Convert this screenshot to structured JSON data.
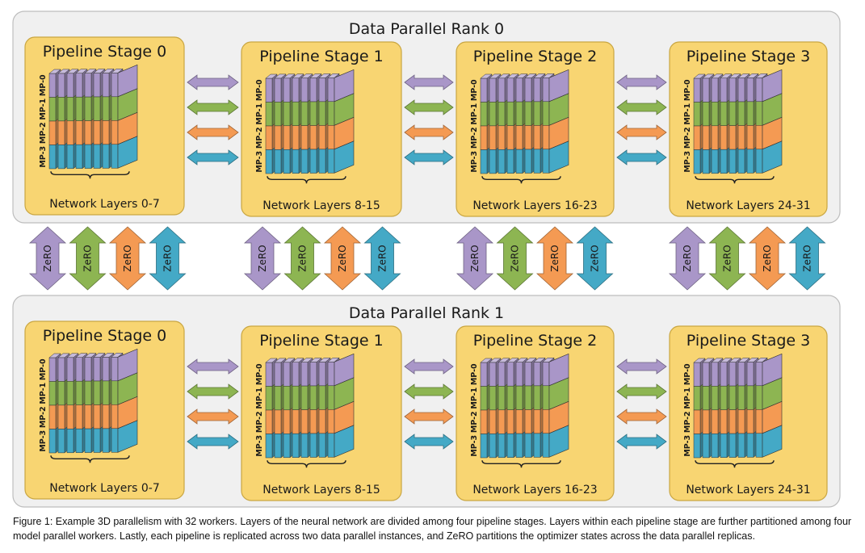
{
  "colors": {
    "mp0": "#a996c8",
    "mp1": "#8db552",
    "mp2": "#f49a53",
    "mp3": "#44a9c6",
    "stage_fill": "#f8d572",
    "stage_border": "#c9a642",
    "rank_fill": "#f0f0f0",
    "rank_border": "#bdbdbd"
  },
  "mp_labels": [
    "MP-0",
    "MP-1",
    "MP-2",
    "MP-3"
  ],
  "zero_label": "ZeRO",
  "ranks": [
    {
      "title": "Data Parallel Rank 0",
      "stages": [
        {
          "title": "Pipeline Stage 0",
          "layers": "Network Layers 0-7"
        },
        {
          "title": "Pipeline Stage 1",
          "layers": "Network Layers 8-15"
        },
        {
          "title": "Pipeline Stage 2",
          "layers": "Network Layers 16-23"
        },
        {
          "title": "Pipeline Stage 3",
          "layers": "Network Layers 24-31"
        }
      ]
    },
    {
      "title": "Data Parallel Rank 1",
      "stages": [
        {
          "title": "Pipeline Stage 0",
          "layers": "Network Layers 0-7"
        },
        {
          "title": "Pipeline Stage 1",
          "layers": "Network Layers 8-15"
        },
        {
          "title": "Pipeline Stage 2",
          "layers": "Network Layers 16-23"
        },
        {
          "title": "Pipeline Stage 3",
          "layers": "Network Layers 24-31"
        }
      ]
    }
  ],
  "caption": "Figure 1: Example 3D parallelism with 32 workers. Layers of the neural network are divided among four pipeline stages. Layers within each pipeline stage are further partitioned among four model parallel workers. Lastly, each pipeline is replicated across two data parallel instances, and ZeRO partitions the optimizer states across the data parallel replicas."
}
